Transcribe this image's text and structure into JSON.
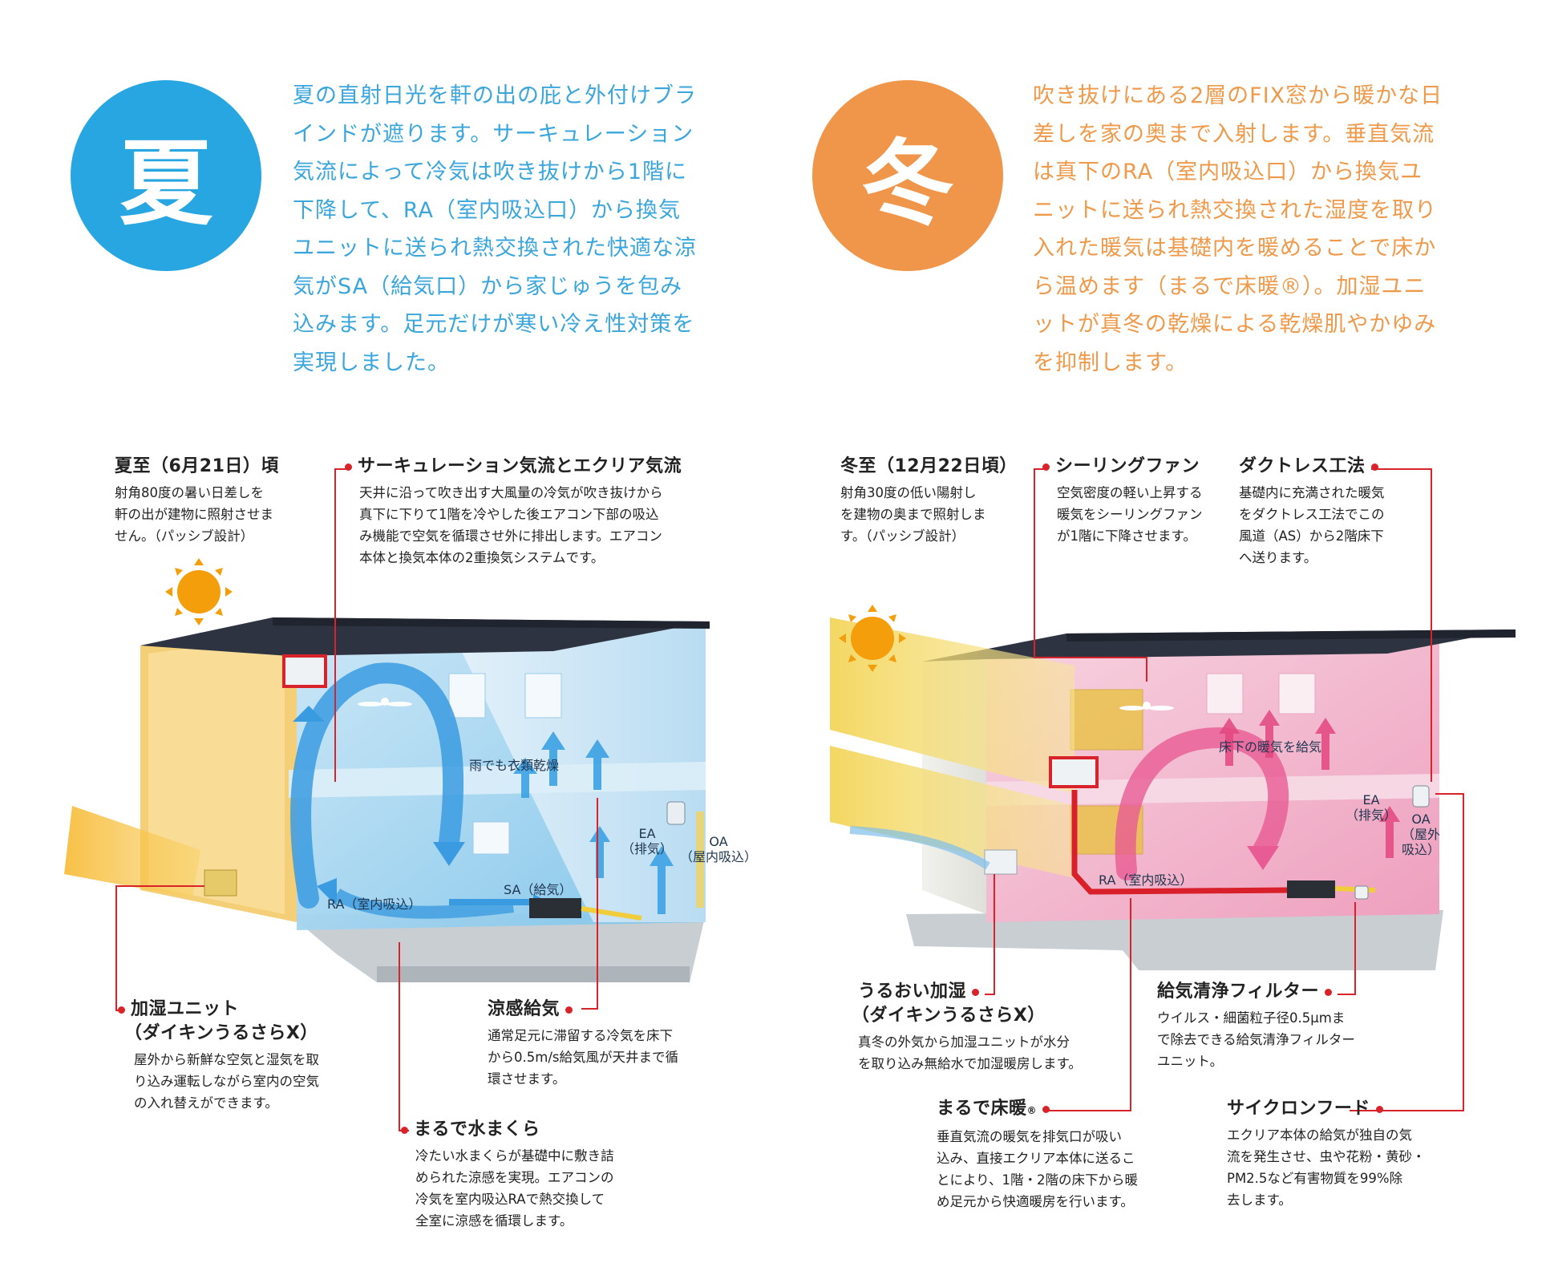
{
  "summer": {
    "badge": "夏",
    "intro_lines": [
      "夏の直射日光を軒の出の庇と外付けブラ",
      "インドが遮ります。サーキュレーション",
      "気流によって冷気は吹き抜けから1階に",
      "下降して、RA（室内吸込口）から換気",
      "ユニットに送られ熱交換された快適な涼",
      "気がSA（給気口）から家じゅうを包み",
      "込みます。足元だけが寒い冷え性対策を",
      "実現しました。"
    ],
    "callouts": {
      "solstice": {
        "title": "夏至（6月21日）頃",
        "lines": [
          "射角80度の暑い日差しを",
          "軒の出が建物に照射させま",
          "せん。（パッシブ設計）"
        ]
      },
      "circulation": {
        "title": "サーキュレーション気流とエクリア気流",
        "lines": [
          "天井に沿って吹き出す大風量の冷気が吹き抜けから",
          "真下に下りて1階を冷やした後エアコン下部の吸込",
          "み機能で空気を循環させ外に排出します。エアコン",
          "本体と換気本体の2重換気システムです。"
        ]
      },
      "humidifier": {
        "title": "加湿ユニット",
        "title2": "（ダイキンうるさらX）",
        "lines": [
          "屋外から新鮮な空気と湿気を取",
          "り込み運転しながら室内の空気",
          "の入れ替えができます。"
        ]
      },
      "cool_supply": {
        "title": "涼感給気",
        "lines": [
          "通常足元に滞留する冷気を床下",
          "から0.5m/s給気風が天井まで循",
          "環させます。"
        ]
      },
      "water_pillow": {
        "title": "まるで水まくら",
        "lines": [
          "冷たい水まくらが基礎中に敷き詰",
          "められた涼感を実現。エアコンの",
          "冷気を室内吸込RAで熱交換して",
          "全室に涼感を循環します。"
        ]
      }
    },
    "diagram_labels": {
      "rain_drying": "雨でも衣類乾燥",
      "ea": "EA",
      "ea_sub": "（排気）",
      "oa": "OA",
      "oa_sub": "（屋内吸込）",
      "sa": "SA（給気）",
      "ra": "RA（室内吸込）"
    }
  },
  "winter": {
    "badge": "冬",
    "intro_lines": [
      "吹き抜けにある2層のFIX窓から暖かな日",
      "差しを家の奥まで入射します。垂直気流",
      "は真下のRA（室内吸込口）から換気ユ",
      "ニットに送られ熱交換された湿度を取り",
      "入れた暖気は基礎内を暖めることで床か",
      "ら温めます（まるで床暖®）。加湿ユニ",
      "ットが真冬の乾燥による乾燥肌やかゆみ",
      "を抑制します。"
    ],
    "callouts": {
      "solstice": {
        "title": "冬至（12月22日頃）",
        "lines": [
          "射角30度の低い陽射し",
          "を建物の奥まで照射しま",
          "す。（パッシブ設計）"
        ]
      },
      "ceiling_fan": {
        "title": "シーリングファン",
        "lines": [
          "空気密度の軽い上昇する",
          "暖気をシーリングファン",
          "が1階に下降させます。"
        ]
      },
      "ductless": {
        "title": "ダクトレス工法",
        "lines": [
          "基礎内に充満された暖気",
          "をダクトレス工法でこの",
          "風道（AS）から2階床下",
          "へ送ります。"
        ]
      },
      "humidifier": {
        "title": "うるおい加湿",
        "title2": "（ダイキンうるさらX）",
        "lines": [
          "真冬の外気から加湿ユニットが水分",
          "を取り込み無給水で加湿暖房します。"
        ]
      },
      "filter": {
        "title": "給気清浄フィルター",
        "lines": [
          "ウイルス・細菌粒子径0.5μmま",
          "で除去できる給気清浄フィルター",
          "ユニット。"
        ]
      },
      "floor_heating": {
        "title": "まるで床暖",
        "title_mark": "®",
        "lines": [
          "垂直気流の暖気を排気口が吸い",
          "込み、直接エクリア本体に送るこ",
          "とにより、1階・2階の床下から暖",
          "め足元から快適暖房を行います。"
        ]
      },
      "cyclone": {
        "title": "サイクロンフード",
        "lines": [
          "エクリア本体の給気が独自の気",
          "流を発生させ、虫や花粉・黄砂・",
          "PM2.5など有害物質を99%除",
          "去します。"
        ]
      }
    },
    "diagram_labels": {
      "floor_heat_supply": "床下の暖気を給気",
      "ea": "EA",
      "ea_sub": "（排気）",
      "oa": "OA",
      "oa_sub1": "（屋外",
      "oa_sub2": "吸込）",
      "ra": "RA（室内吸込）"
    }
  },
  "colors": {
    "summer_blue": "#28a6e2",
    "winter_orange": "#f0964a",
    "callout_red": "#d9232a"
  },
  "icons": [
    "sun-icon",
    "sun-icon",
    "ceiling-fan-icon",
    "ceiling-fan-icon"
  ]
}
